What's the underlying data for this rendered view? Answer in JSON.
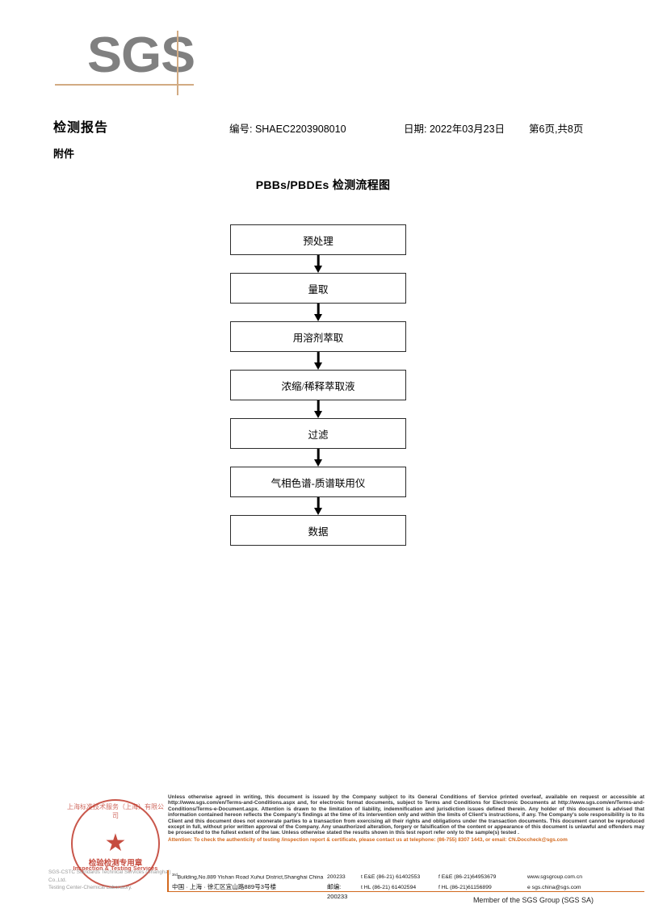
{
  "brand": {
    "logo_text": "SGS",
    "accent_line_color": "#d2ab83",
    "logo_gray": "#808080",
    "footer_accent_color": "#d2691e",
    "stamp_color": "#c0392b"
  },
  "header": {
    "title": "检测报告",
    "subtitle": "附件",
    "report_no": "编号: SHAEC2203908010",
    "date": "日期: 2022年03月23日",
    "page_info": "第6页,共8页"
  },
  "flowchart": {
    "title": "PBBs/PBDEs 检测流程图",
    "steps": [
      {
        "label": "预处理"
      },
      {
        "label": "量取"
      },
      {
        "label": "用溶剂萃取"
      },
      {
        "label": "浓缩/稀释萃取液"
      },
      {
        "label": "过滤"
      },
      {
        "label": "气相色谱-质谱联用仪"
      },
      {
        "label": "数据"
      }
    ]
  },
  "stamp": {
    "arc_top": "上海标准技术服务（上海）有限公司",
    "cn_label": "检验检测专用章",
    "en_label": "Inspection & Testing Services",
    "star": "★"
  },
  "lab": {
    "name_line1": "SGS-CSTC Standards Technical Services (Shanghai) Co.,Ltd.",
    "name_line2": "Testing Center-Chemical Laboratory."
  },
  "footer": {
    "legal": "Unless otherwise agreed in writing, this document is issued by the Company subject to its General Conditions of Service printed overleaf, available on request or accessible at http://www.sgs.com/en/Terms-and-Conditions.aspx and, for electronic format documents, subject to Terms and Conditions for Electronic Documents at http://www.sgs.com/en/Terms-and-Conditions/Terms-e-Document.aspx. Attention is drawn to the limitation of liability, indemnification and jurisdiction issues defined therein. Any holder of this document is advised that information contained hereon reflects the Company's findings at the time of its intervention only and within the limits of Client's instructions, if any. The Company's sole responsibility is to its Client and this document does not exonerate parties to a transaction from exercising all their rights and obligations under the transaction documents. This document cannot be reproduced except in full, without prior written approval of the Company. Any unauthorized alteration, forgery or falsification of the content or appearance of this document is unlawful and offenders may be prosecuted to the fullest extent of the law. Unless otherwise stated the results shown in this test report refer only to the sample(s) tested .",
    "attention": "Attention: To check the authenticity of testing /inspection report & certificate, please contact us at telephone: (86-755) 8307 1443, or email: CN.Doccheck@sgs.com",
    "address_en": "Building,No.889 Yishan Road Xuhui District,Shanghai China",
    "address_en_sup": "3rd",
    "postcode_en": "200233",
    "tel_en": "t E&E (86-21) 61402553",
    "fax_en": "f E&E (86-21)64953679",
    "web": "www.sgsgroup.com.cn",
    "address_cn": "中国 · 上海 · 徐汇区宜山路889号3号楼",
    "postcode_cn": "邮编: 200233",
    "tel_cn": "t HL (86-21) 61402594",
    "fax_cn": "f HL (86-21)61156899",
    "email": "e  sgs.china@sgs.com",
    "member": "Member of the SGS Group (SGS SA)"
  }
}
